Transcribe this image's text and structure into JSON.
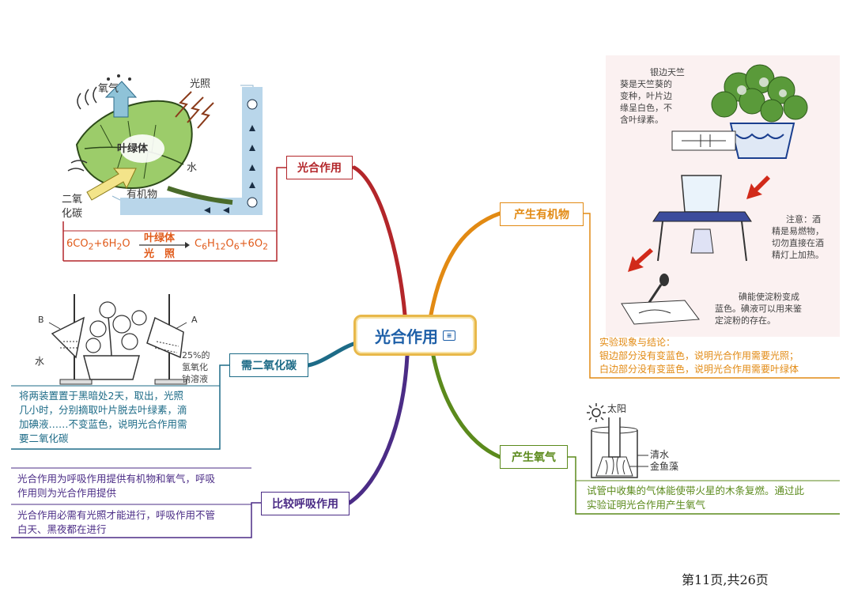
{
  "center": {
    "title": "光合作用"
  },
  "branches": {
    "photo": {
      "label": "光合作用",
      "color": "#b3262a"
    },
    "co2": {
      "label": "需二氧化碳",
      "color": "#1d6b87"
    },
    "resp": {
      "label": "比较呼吸作用",
      "color": "#4b2c86"
    },
    "organic": {
      "label": "产生有机物",
      "color": "#e28a13"
    },
    "oxygen": {
      "label": "产生氧气",
      "color": "#5b8a1c"
    }
  },
  "photo_diagram": {
    "oxygen": "氧气",
    "light": "光照",
    "chlorophyll": "叶绿体",
    "water": "水",
    "co2_line1": "二氧",
    "co2_line2": "化碳",
    "organic": "有机物"
  },
  "equation": {
    "left": "6CO",
    "left_sub": "2",
    "left_plus": "+6H",
    "left_sub2": "2",
    "left_o": "O",
    "top": "叶绿体",
    "bottom": "光　照",
    "right": "C",
    "r_sub1": "6",
    "r_h": "H",
    "r_sub2": "12",
    "r_o": "O",
    "r_sub3": "6",
    "r_plus": "+6O",
    "r_sub4": "2"
  },
  "co2_diagram": {
    "label_b": "B",
    "label_a": "A",
    "water": "水",
    "solution_1": "25%的",
    "solution_2": "氢氧化",
    "solution_3": "钠溶液"
  },
  "co2_text": {
    "l1": "将两装置置于黑暗处2天，取出，光照",
    "l2": "几小时，分别摘取叶片脱去叶绿素，滴",
    "l3": "加碘液……不变蓝色，说明光合作用需",
    "l4": "要二氧化碳"
  },
  "resp_text": {
    "a1": "光合作用为呼吸作用提供有机物和氧气，呼吸",
    "a2": "作用则为光合作用提供",
    "b1": "光合作用必需有光照才能进行，呼吸作用不管",
    "b2": "白天、黑夜都在进行"
  },
  "organic_diagram": {
    "note1_l1": "银边天竺",
    "note1_l2": "葵是天竺葵的",
    "note1_l3": "变种，叶片边",
    "note1_l4": "缘呈白色，不",
    "note1_l5": "含叶绿素。",
    "note2_l1": "注意：酒",
    "note2_l2": "精是易燃物，",
    "note2_l3": "切勿直接在酒",
    "note2_l4": "精灯上加热。",
    "note3_l1": "碘能使淀粉变成",
    "note3_l2": "蓝色。碘液可以用来鉴",
    "note3_l3": "定淀粉的存在。"
  },
  "organic_text": {
    "l1": "实验现象与结论：",
    "l2": "银边部分没有变蓝色，说明光合作用需要光照；",
    "l3": "白边部分没有变蓝色，说明光合作用需要叶绿体"
  },
  "oxygen_diagram": {
    "sun": "太阳",
    "water": "清水",
    "algae": "金鱼藻"
  },
  "oxygen_text": {
    "l1": "试管中收集的气体能使带火星的木条复燃。通过此",
    "l2": "实验证明光合作用产生氧气"
  },
  "page": {
    "number": "第11页,共26页"
  }
}
